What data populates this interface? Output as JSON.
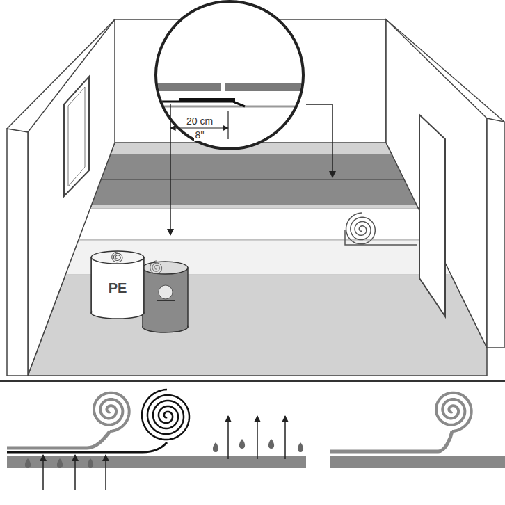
{
  "diagram": {
    "nodes": [
      {
        "text": [
          "PE"
        ]
      }
    ],
    "labels": [
      "20 cm",
      "8\""
    ]
  }
}
